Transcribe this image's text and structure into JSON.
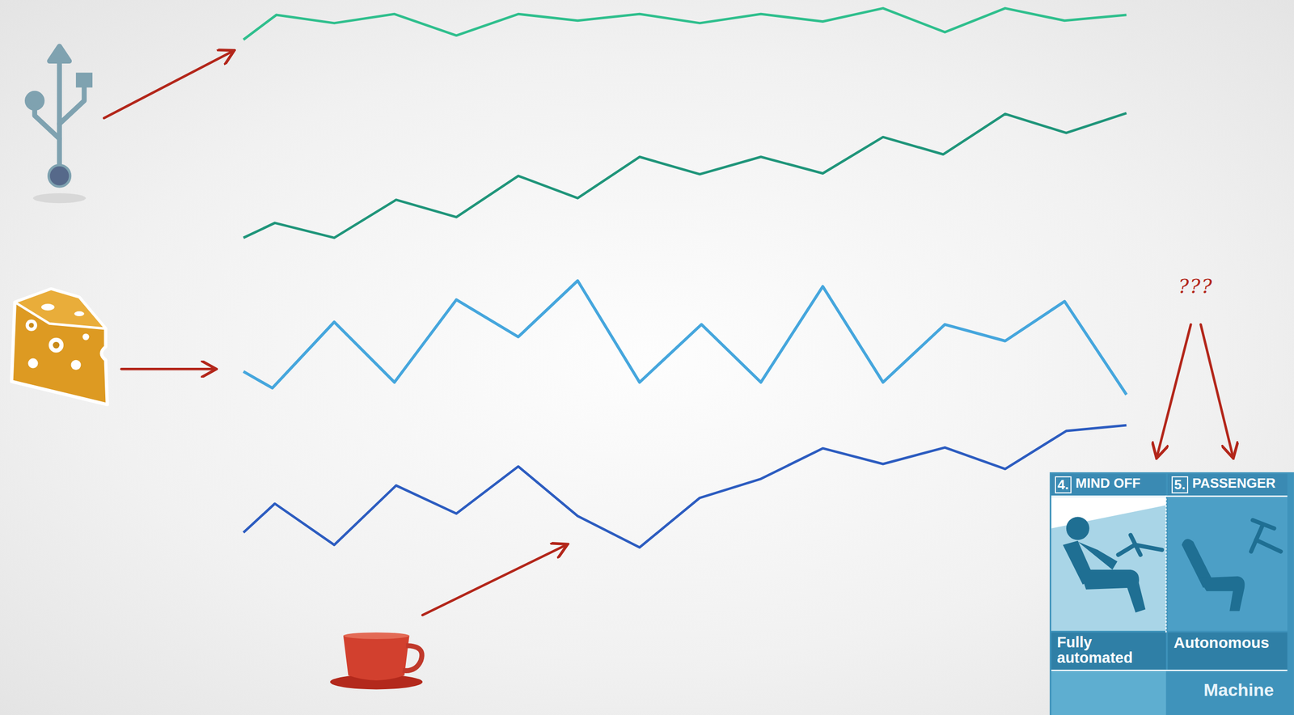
{
  "diagram": {
    "nodes": [
      {
        "text": [
          "4.",
          "MIND OFF",
          "Fully automated"
        ]
      },
      {
        "text": [
          "5.",
          "PASSENGER",
          "Autonomous"
        ]
      },
      {
        "text": [
          "Machine"
        ]
      }
    ],
    "labels": [
      "???"
    ]
  }
}
